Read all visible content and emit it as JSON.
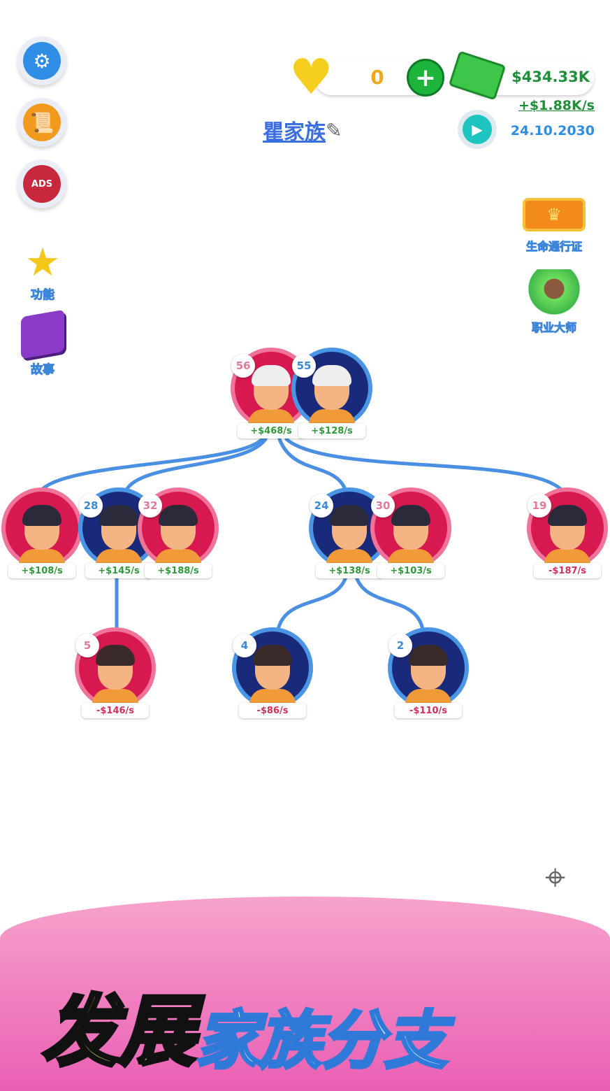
{
  "sidebar": {
    "feature_label": "功能",
    "story_label": "故事"
  },
  "right_panel": {
    "pass_label": "生命通行证",
    "career_label": "职业大师"
  },
  "header": {
    "hearts": "0",
    "money": "$434.33K",
    "income_rate": "+$1.88K/s",
    "date": "24.10.2030",
    "family_name": "瞿家族"
  },
  "tree": {
    "root": [
      {
        "age": "56",
        "income": "+$468/s",
        "gender": "f"
      },
      {
        "age": "55",
        "income": "+$128/s",
        "gender": "m"
      }
    ],
    "gen2": [
      {
        "age": "",
        "income": "+$108/s",
        "gender": "f"
      },
      {
        "age": "28",
        "income": "+$145/s",
        "gender": "m"
      },
      {
        "age": "32",
        "income": "+$188/s",
        "gender": "f"
      },
      {
        "age": "24",
        "income": "+$138/s",
        "gender": "m"
      },
      {
        "age": "30",
        "income": "+$103/s",
        "gender": "f"
      },
      {
        "age": "19",
        "income": "-$187/s",
        "gender": "f"
      }
    ],
    "gen3": [
      {
        "age": "5",
        "income": "-$146/s",
        "gender": "f"
      },
      {
        "age": "4",
        "income": "-$86/s",
        "gender": "m"
      },
      {
        "age": "2",
        "income": "-$110/s",
        "gender": "m"
      }
    ]
  },
  "banner": {
    "part1": "发展",
    "part2": "家族分支"
  },
  "colors": {
    "money_green": "#1f8f3a",
    "date_blue": "#2f8de0",
    "line_blue": "#4a90e2",
    "banner_pink": "#f06cb8"
  }
}
